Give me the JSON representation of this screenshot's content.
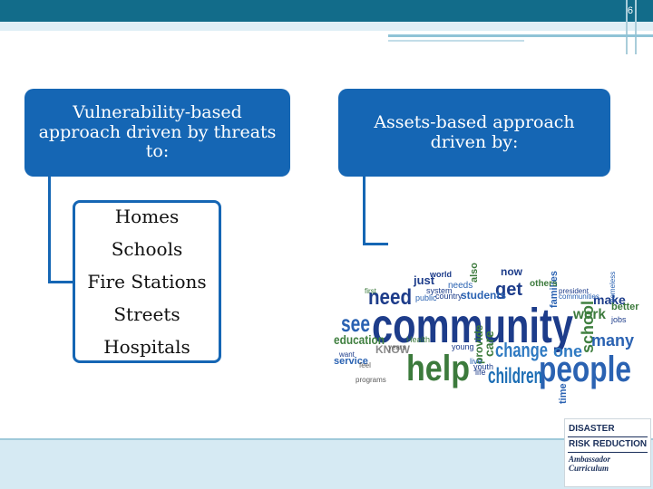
{
  "slide": {
    "number": "6"
  },
  "left_box": {
    "title": "Vulnerability-based approach driven by threats to:",
    "items": [
      {
        "label": "Homes"
      },
      {
        "label": "Schools"
      },
      {
        "label": "Fire Stations"
      },
      {
        "label": "Streets"
      },
      {
        "label": "Hospitals"
      }
    ]
  },
  "right_box": {
    "title": "Assets-based approach driven by:"
  },
  "word_cloud": {
    "words": {
      "community": "community",
      "people": "people",
      "help": "help",
      "need": "need",
      "see": "see",
      "change": "change",
      "children": "children",
      "education": "education",
      "work": "work",
      "school": "school",
      "get": "get",
      "many": "many",
      "one": "one",
      "students": "students",
      "families": "families",
      "also": "also",
      "now": "now",
      "care": "care",
      "know": "KNOW",
      "make": "make",
      "just": "just",
      "time": "time",
      "better": "better",
      "provide": "provide",
      "service": "service",
      "youth": "youth",
      "health": "Health",
      "others": "others",
      "world": "world",
      "system": "system",
      "public": "public",
      "needs": "needs",
      "young": "young",
      "live": "live",
      "programs": "programs",
      "want": "want",
      "feel": "feel",
      "country": "country",
      "president": "president",
      "homeless": "homeless",
      "life": "life",
      "jobs": "jobs",
      "first": "first",
      "years": "years",
      "communities": "communities"
    }
  },
  "logo": {
    "line1": "DISASTER",
    "line2": "RISK REDUCTION",
    "line3": "Ambassador Curriculum"
  }
}
